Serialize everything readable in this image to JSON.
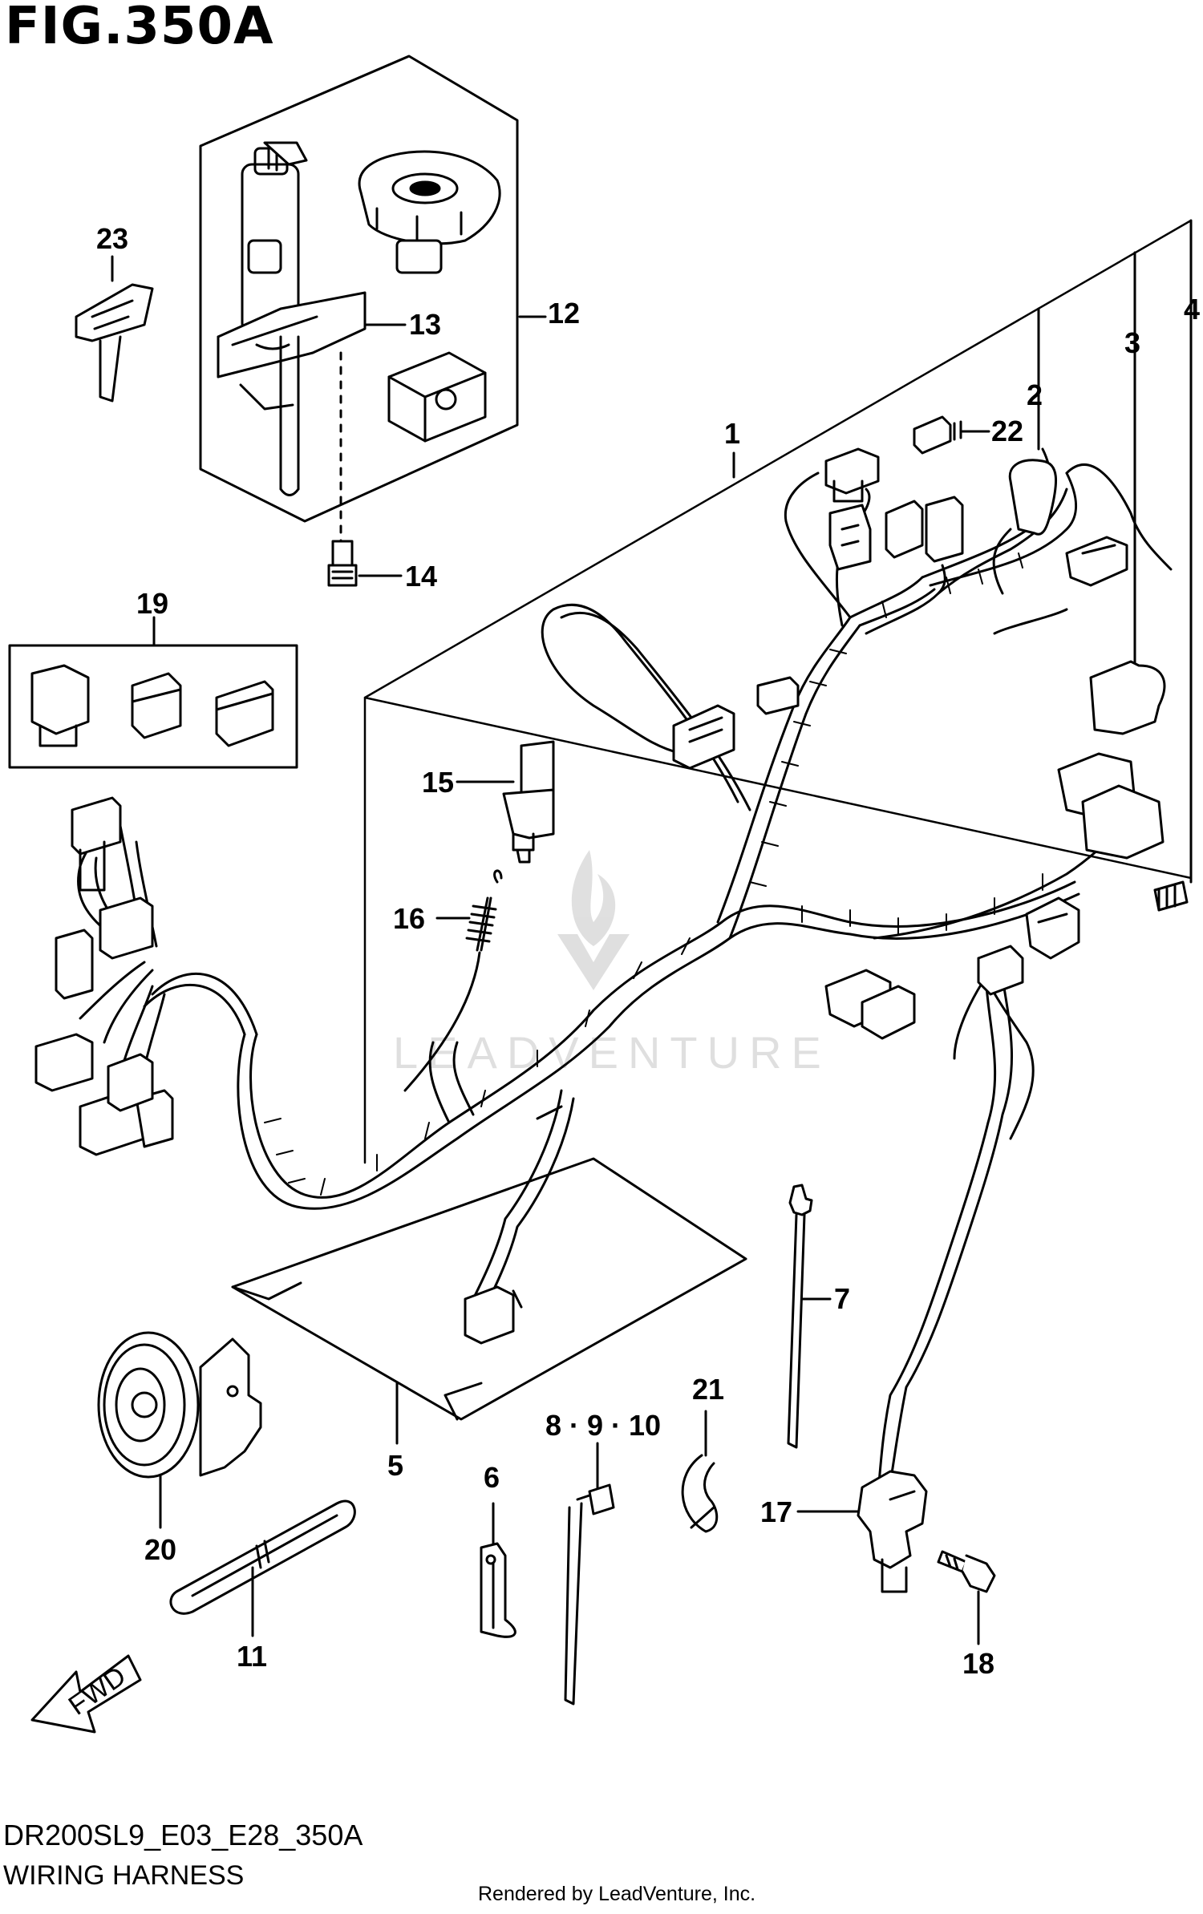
{
  "figure": {
    "title": "FIG.350A",
    "code": "DR200SL9_E03_E28_350A",
    "name": "WIRING HARNESS",
    "credit": "Rendered by LeadVenture, Inc."
  },
  "watermark": {
    "text": "LEADVENTURE"
  },
  "direction_arrow": {
    "label": "FWD"
  },
  "callouts": [
    "1",
    "2",
    "3",
    "4",
    "5",
    "6",
    "7",
    "8 · 9 · 10",
    "11",
    "12",
    "13",
    "14",
    "15",
    "16",
    "17",
    "18",
    "19",
    "20",
    "21",
    "22",
    "23"
  ]
}
